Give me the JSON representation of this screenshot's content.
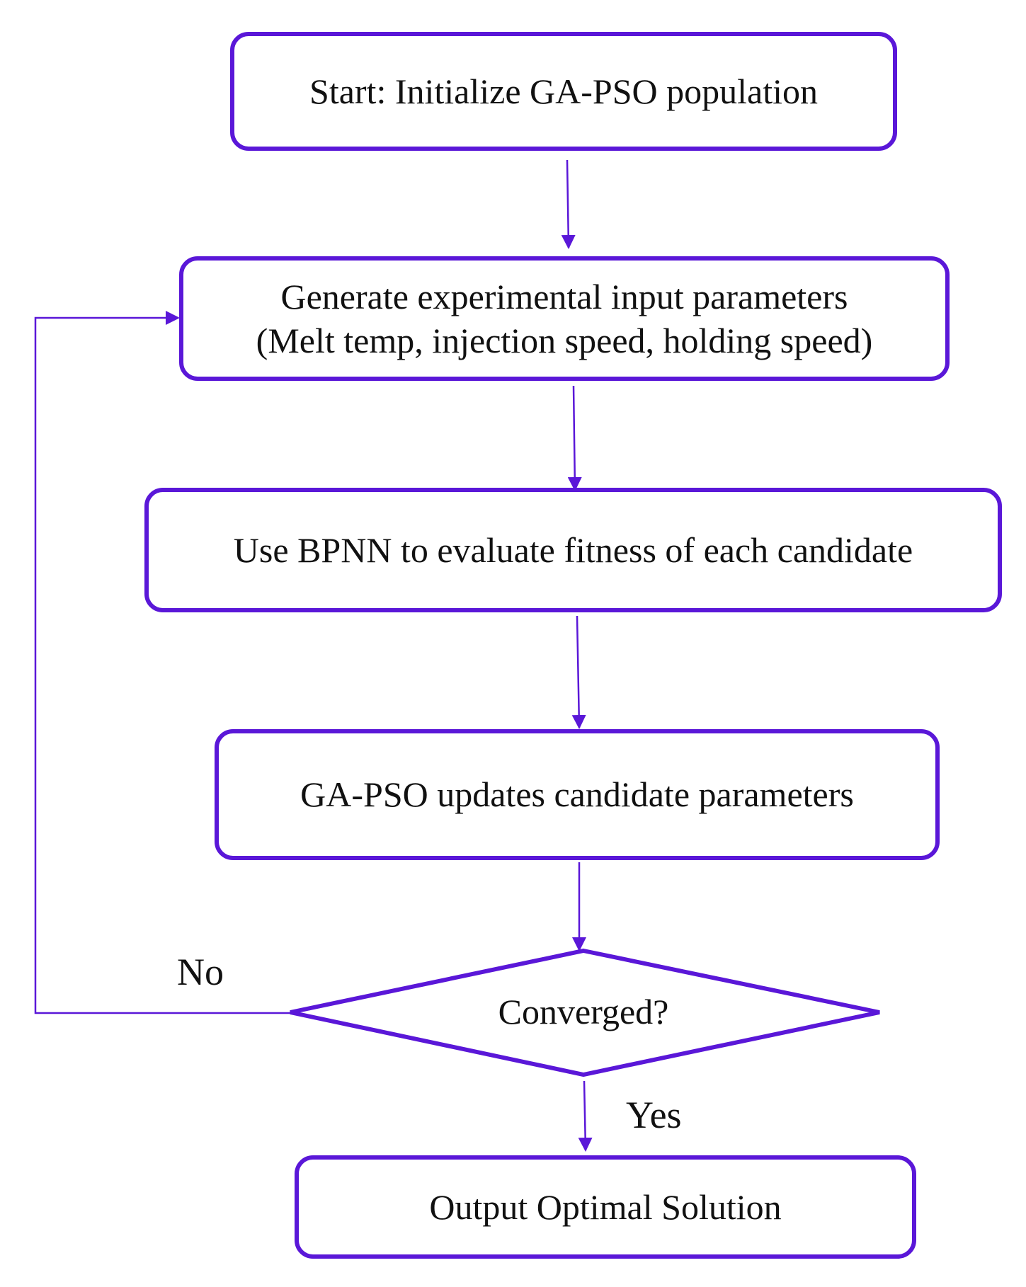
{
  "diagram": {
    "accent_color": "#5a17d8",
    "nodes": {
      "start": {
        "text": "Start: Initialize GA-PSO population"
      },
      "generate": {
        "line1": "Generate experimental input parameters",
        "line2": "(Melt temp, injection speed, holding speed)"
      },
      "evaluate": {
        "text": "Use BPNN to evaluate fitness of each candidate"
      },
      "update": {
        "text": "GA-PSO updates candidate parameters"
      },
      "decision": {
        "text": "Converged?"
      },
      "output": {
        "text": "Output Optimal Solution"
      }
    },
    "branches": {
      "no_label": "No",
      "yes_label": "Yes"
    }
  }
}
